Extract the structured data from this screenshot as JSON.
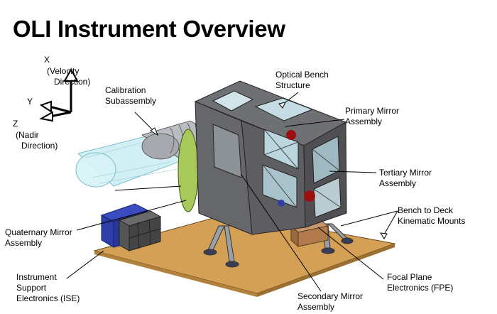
{
  "title": "OLI Instrument Overview",
  "axes": {
    "x_label": "X",
    "x_desc": [
      "(Velocity",
      "Direction)"
    ],
    "y_label": "Y",
    "z_label": "Z",
    "z_desc": [
      "(Nadir",
      "Direction)"
    ]
  },
  "labels": {
    "calibration": [
      "Calibration",
      "Subassembly"
    ],
    "optical_bench": [
      "Optical Bench",
      "Structure"
    ],
    "primary_mirror": [
      "Primary Mirror",
      "Assembly"
    ],
    "tertiary_mirror": [
      "Tertiary Mirror",
      "Assembly"
    ],
    "bench_to_deck": [
      "Bench to Deck",
      "Kinematic Mounts"
    ],
    "quaternary_mirror": [
      "Quaternary Mirror",
      "Assembly"
    ],
    "ise": [
      "Instrument",
      "Support",
      "Electronics (ISE)"
    ],
    "focal_plane": [
      "Focal Plane",
      "Electronics (FPE)"
    ],
    "secondary_mirror": [
      "Secondary Mirror",
      "Assembly"
    ]
  },
  "colors": {
    "deck": "#d4a055",
    "bench": "#5e5e62",
    "mirror": "#c8d048",
    "baffle": "#bfe7ee",
    "quaternary_box": "#2e3ea8",
    "accent_red": "#9a1010"
  }
}
